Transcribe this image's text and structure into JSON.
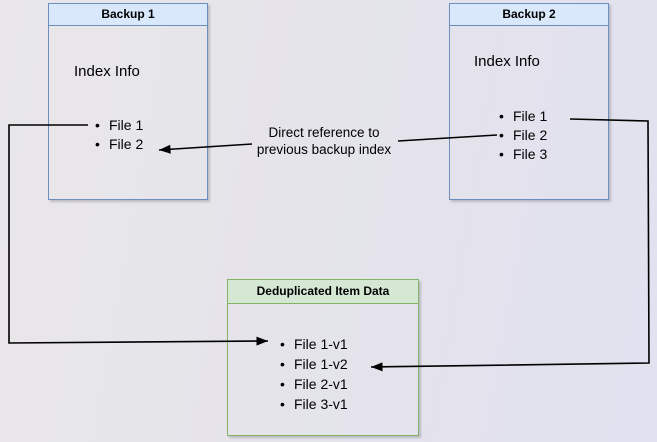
{
  "diagram": {
    "backup1": {
      "title": "Backup 1",
      "section_label": "Index Info",
      "files": [
        "File 1",
        "File 2"
      ]
    },
    "backup2": {
      "title": "Backup 2",
      "section_label": "Index Info",
      "files": [
        "File 1",
        "File 2",
        "File 3"
      ]
    },
    "dedup": {
      "title": "Deduplicated Item Data",
      "files": [
        "File 1-v1",
        "File 1-v2",
        "File 2-v1",
        "File 3-v1"
      ]
    },
    "annotation": {
      "line1": "Direct reference to",
      "line2": "previous backup index"
    },
    "colors": {
      "blue_node_border": "#6c8ebf",
      "blue_node_header_fill": "#dae8fc",
      "green_node_border": "#82b366",
      "green_node_header_fill": "#d5e8d4",
      "arrow": "#000000",
      "text": "#000000"
    }
  }
}
